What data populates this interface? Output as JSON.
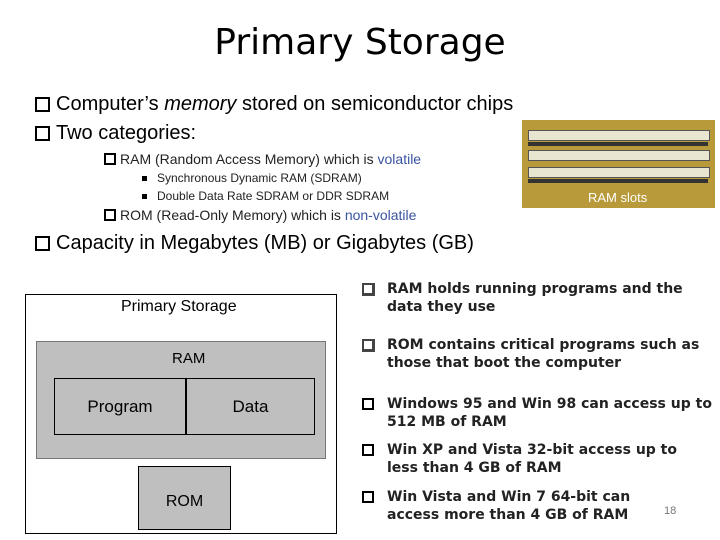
{
  "slide": {
    "title": "Primary Storage",
    "bullets": {
      "b1_pre": "Computer’s ",
      "b1_em": "memory",
      "b1_post": " stored on semiconductor chips",
      "b2": "Two categories:",
      "ram_pre": "RAM (Random Access Memory) which is ",
      "ram_vol": "volatile",
      "sdram": "Synchronous Dynamic RAM (SDRAM)",
      "ddr": "Double Data Rate SDRAM or DDR SDRAM",
      "rom_pre": "ROM (Read-Only Memory) which is ",
      "rom_vol": "non-volatile",
      "b3": "Capacity in Megabytes (MB) or Gigabytes (GB)"
    },
    "photo": {
      "label": "RAM slots"
    },
    "diagram": {
      "title": "Primary Storage",
      "ram": "RAM",
      "program": "Program",
      "data": "Data",
      "rom": "ROM"
    },
    "right": [
      "RAM holds running programs and the data they use",
      "ROM contains critical programs such as those that boot the computer",
      "Windows 95 and Win 98 can access up to 512 MB of RAM",
      "Win XP and Vista 32-bit access up to less than 4 GB of RAM",
      "Win Vista and Win 7 64-bit can access more than 4 GB of RAM"
    ],
    "page_number": "18",
    "colors": {
      "accent_blue": "#3a55a0",
      "diagram_gray": "#bfbfbf"
    }
  }
}
